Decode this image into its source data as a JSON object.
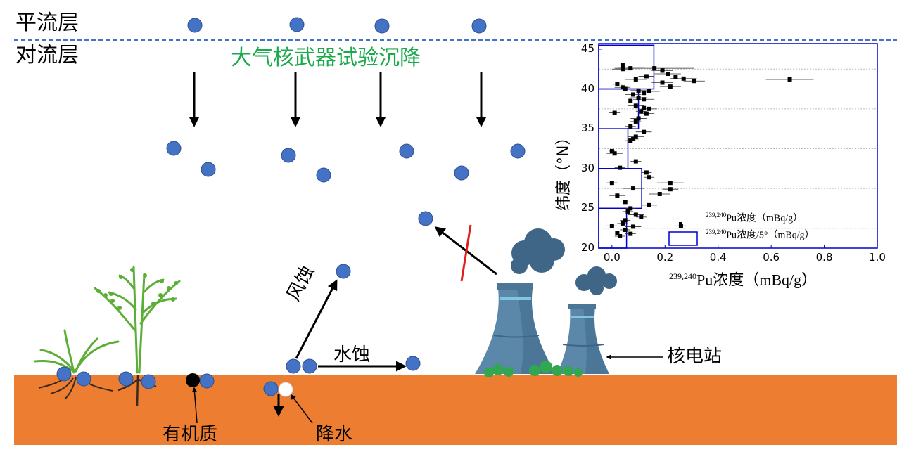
{
  "layers": {
    "stratosphere": "平流层",
    "troposphere": "对流层"
  },
  "title": "大气核武器试验沉降",
  "labels": {
    "wind_erosion": "风蚀",
    "water_erosion": "水蚀",
    "nuclear_plant": "核电站",
    "organic_matter": "有机质",
    "precipitation": "降水"
  },
  "colors": {
    "particle": "#4472C4",
    "soil": "#ED7D31",
    "title_green": "#1BAA4B",
    "plant_green": "#5BAE36",
    "plant_stem": "#6D8F3A",
    "root": "#3A2A1E",
    "tower": "#5B87A8",
    "smoke": "#3F6587",
    "chart_blue": "#0000CC",
    "blocked_red": "#E02020"
  },
  "chart_data": {
    "type": "scatter",
    "xlabel_sup": "239,240",
    "xlabel": "Pu浓度（mBq/g）",
    "ylabel": "纬度（°N）",
    "xlim": [
      -0.05,
      1.0
    ],
    "ylim": [
      20,
      45.7
    ],
    "xticks": [
      "0.0",
      "0.2",
      "0.4",
      "0.6",
      "0.8",
      "1.0"
    ],
    "xtick_values": [
      0,
      0.2,
      0.4,
      0.6,
      0.8,
      1.0
    ],
    "yticks": [
      "20",
      "25",
      "30",
      "35",
      "40",
      "45"
    ],
    "ytick_values": [
      20,
      25,
      30,
      35,
      40,
      45
    ],
    "legend": {
      "position": "bottom-right",
      "series1_sup": "239,240",
      "series1": "Pu浓度（mBq/g）",
      "series2_sup": "239,240",
      "series2": "Pu浓度/5°（mBq/g）"
    },
    "band_averages": [
      {
        "lat_min": 20,
        "lat_max": 25,
        "value": 0.055
      },
      {
        "lat_min": 25,
        "lat_max": 30,
        "value": 0.112
      },
      {
        "lat_min": 30,
        "lat_max": 35,
        "value": 0.06
      },
      {
        "lat_min": 35,
        "lat_max": 40,
        "value": 0.1
      },
      {
        "lat_min": 40,
        "lat_max": 45.5,
        "value": 0.158
      }
    ],
    "points": [
      {
        "x": 0.04,
        "y": 43.0,
        "e": 0.03
      },
      {
        "x": 0.04,
        "y": 42.5,
        "e": 0.04
      },
      {
        "x": 0.07,
        "y": 42.6,
        "e": 0.05
      },
      {
        "x": 0.16,
        "y": 42.6,
        "e": 0.15
      },
      {
        "x": 0.19,
        "y": 42.3,
        "e": 0.04
      },
      {
        "x": 0.21,
        "y": 41.9,
        "e": 0.05
      },
      {
        "x": 0.24,
        "y": 41.5,
        "e": 0.05
      },
      {
        "x": 0.27,
        "y": 41.3,
        "e": 0.05
      },
      {
        "x": 0.31,
        "y": 41.0,
        "e": 0.04
      },
      {
        "x": 0.67,
        "y": 41.2,
        "e": 0.09
      },
      {
        "x": 0.09,
        "y": 41.2,
        "e": 0.04
      },
      {
        "x": 0.13,
        "y": 41.6,
        "e": 0.03
      },
      {
        "x": 0.02,
        "y": 40.6,
        "e": 0.02
      },
      {
        "x": 0.04,
        "y": 40.2,
        "e": 0.03
      },
      {
        "x": 0.05,
        "y": 40.0,
        "e": 0.02
      },
      {
        "x": 0.19,
        "y": 40.8,
        "e": 0.04
      },
      {
        "x": 0.22,
        "y": 40.3,
        "e": 0.04
      },
      {
        "x": 0.1,
        "y": 39.8,
        "e": 0.03
      },
      {
        "x": 0.12,
        "y": 39.5,
        "e": 0.03
      },
      {
        "x": 0.14,
        "y": 39.7,
        "e": 0.04
      },
      {
        "x": 0.08,
        "y": 39.3,
        "e": 0.03
      },
      {
        "x": 0.1,
        "y": 38.9,
        "e": 0.03
      },
      {
        "x": 0.12,
        "y": 38.7,
        "e": 0.04
      },
      {
        "x": 0.07,
        "y": 38.5,
        "e": 0.02
      },
      {
        "x": 0.09,
        "y": 37.9,
        "e": 0.03
      },
      {
        "x": 0.12,
        "y": 37.6,
        "e": 0.03
      },
      {
        "x": 0.14,
        "y": 37.5,
        "e": 0.03
      },
      {
        "x": 0.11,
        "y": 37.2,
        "e": 0.02
      },
      {
        "x": 0.13,
        "y": 36.9,
        "e": 0.03
      },
      {
        "x": 0.01,
        "y": 37.0,
        "e": 0.02
      },
      {
        "x": 0.1,
        "y": 36.3,
        "e": 0.03
      },
      {
        "x": 0.09,
        "y": 35.9,
        "e": 0.02
      },
      {
        "x": 0.07,
        "y": 35.3,
        "e": 0.02
      },
      {
        "x": 0.12,
        "y": 34.6,
        "e": 0.03
      },
      {
        "x": 0.09,
        "y": 34.0,
        "e": 0.03
      },
      {
        "x": 0.08,
        "y": 33.7,
        "e": 0.02
      },
      {
        "x": 0.07,
        "y": 33.5,
        "e": 0.02
      },
      {
        "x": 0.0,
        "y": 32.2,
        "e": 0.01
      },
      {
        "x": 0.01,
        "y": 31.9,
        "e": 0.03
      },
      {
        "x": 0.09,
        "y": 30.9,
        "e": 0.02
      },
      {
        "x": 0.03,
        "y": 30.1,
        "e": 0.02
      },
      {
        "x": 0.13,
        "y": 29.5,
        "e": 0.02
      },
      {
        "x": 0.14,
        "y": 28.9,
        "e": 0.02
      },
      {
        "x": 0.0,
        "y": 28.2,
        "e": 0.02
      },
      {
        "x": 0.22,
        "y": 28.2,
        "e": 0.05
      },
      {
        "x": 0.08,
        "y": 27.5,
        "e": 0.04
      },
      {
        "x": 0.22,
        "y": 27.4,
        "e": 0.03
      },
      {
        "x": 0.02,
        "y": 26.6,
        "e": 0.03
      },
      {
        "x": 0.18,
        "y": 26.8,
        "e": 0.04
      },
      {
        "x": 0.05,
        "y": 25.8,
        "e": 0.02
      },
      {
        "x": 0.14,
        "y": 25.4,
        "e": 0.03
      },
      {
        "x": 0.07,
        "y": 25.0,
        "e": 0.02
      },
      {
        "x": 0.06,
        "y": 24.6,
        "e": 0.02
      },
      {
        "x": 0.09,
        "y": 24.2,
        "e": 0.03
      },
      {
        "x": 0.11,
        "y": 23.9,
        "e": 0.02
      },
      {
        "x": 0.05,
        "y": 23.5,
        "e": 0.02
      },
      {
        "x": 0.04,
        "y": 23.1,
        "e": 0.02
      },
      {
        "x": 0.0,
        "y": 22.8,
        "e": 0.02
      },
      {
        "x": 0.08,
        "y": 22.7,
        "e": 0.03
      },
      {
        "x": 0.26,
        "y": 22.8,
        "e": 0.02
      },
      {
        "x": 0.05,
        "y": 22.3,
        "e": 0.02
      },
      {
        "x": 0.02,
        "y": 21.9,
        "e": 0.02
      },
      {
        "x": 0.07,
        "y": 21.8,
        "e": 0.02
      },
      {
        "x": 0.03,
        "y": 21.5,
        "e": 0.02
      }
    ]
  }
}
